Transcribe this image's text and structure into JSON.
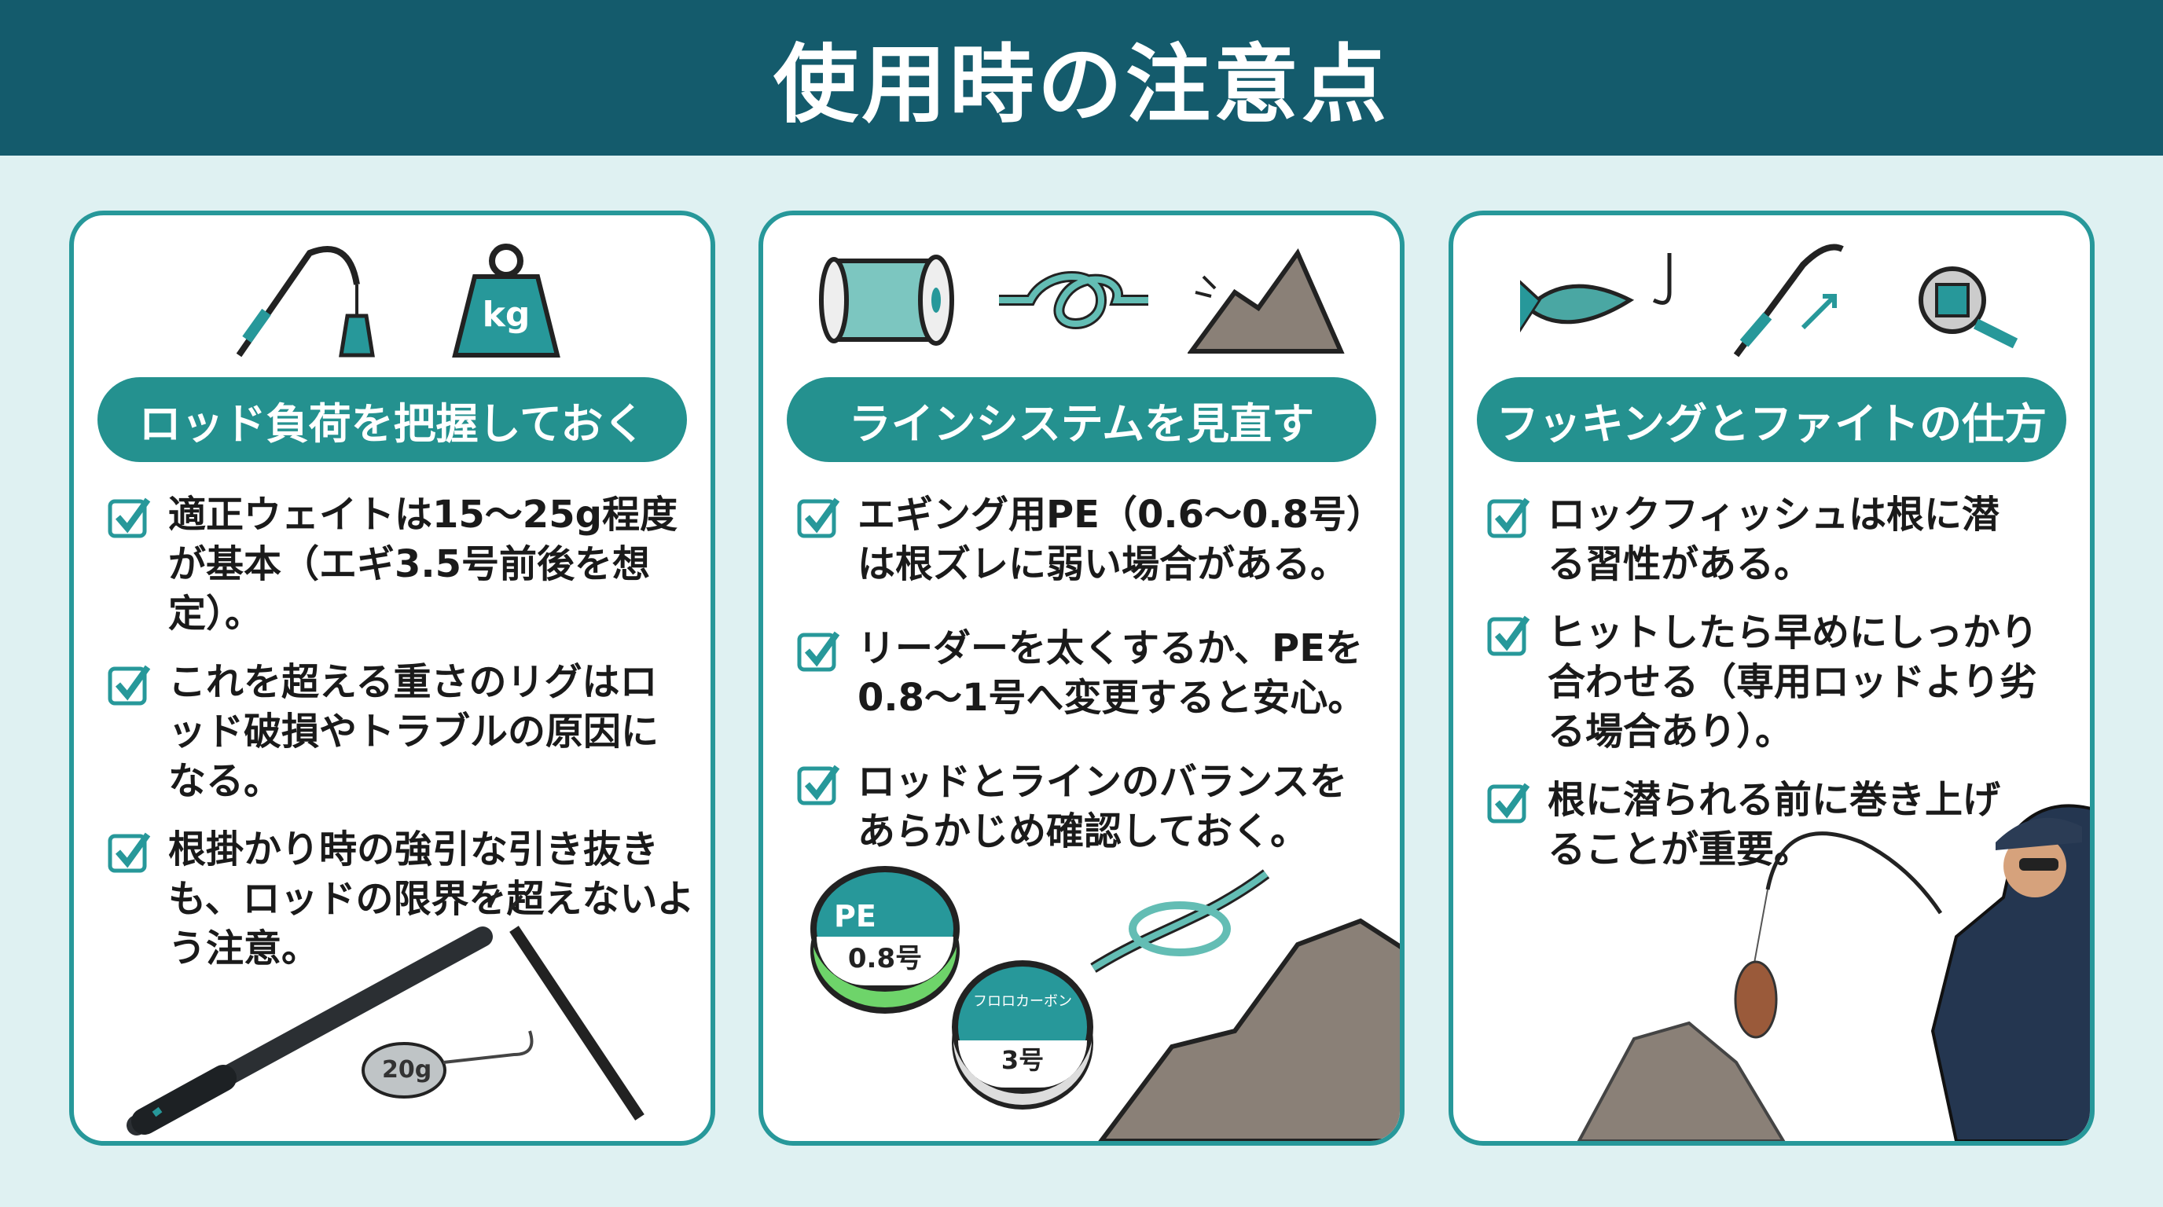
{
  "header": {
    "title": "使用時の注意点"
  },
  "cards": [
    {
      "title": "ロッド負荷を把握しておく",
      "icon_labels": {
        "weight": "kg",
        "jig": "20g"
      },
      "items": [
        "適正ウェイトは15〜25g程度が基本（エギ3.5号前後を想定）。",
        "これを超える重さのリグはロッド破損やトラブルの原因になる。",
        "根掛かり時の強引な引き抜きも、ロッドの限界を超えないよう注意。"
      ]
    },
    {
      "title": "ラインシステムを見直す",
      "spools": {
        "pe_label": "PE",
        "pe_size": "0.8号",
        "fluoro_label": "フロロカーボン",
        "fluoro_size": "3号"
      },
      "items": [
        "エギング用PE（0.6〜0.8号）は根ズレに弱い場合がある。",
        "リーダーを太くするか、PEを0.8〜1号へ変更すると安心。",
        "ロッドとラインのバランスをあらかじめ確認しておく。"
      ]
    },
    {
      "title": "フッキングとファイトの仕方",
      "items": [
        "ロックフィッシュは根に潜る習性がある。",
        "ヒットしたら早めにしっかり合わせる（専用ロッドより劣る場合あり）。",
        "根に潜られる前に巻き上げることが重要。"
      ]
    }
  ],
  "colors": {
    "header": "#145b6c",
    "accent": "#27989a",
    "background": "#dff1f2"
  }
}
